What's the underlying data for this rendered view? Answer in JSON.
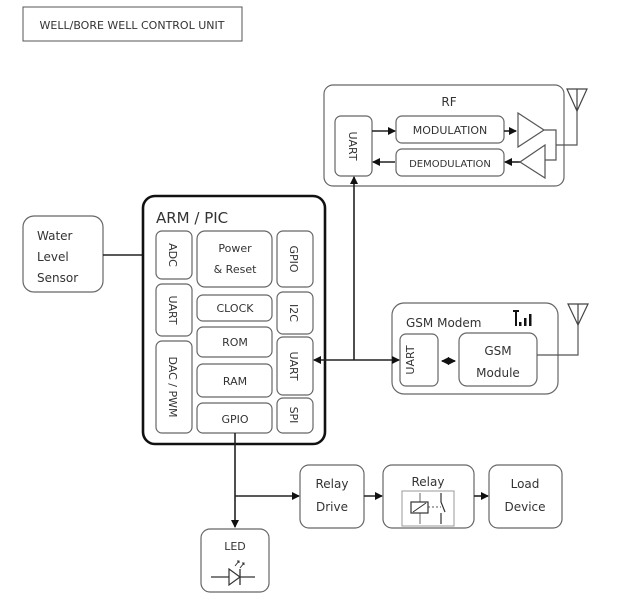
{
  "title": "WELL/BORE WELL CONTROL UNIT",
  "sensor": {
    "lines": [
      "Water",
      "Level",
      "Sensor"
    ]
  },
  "mcu": {
    "title": "ARM / PIC",
    "left": [
      "ADC",
      "UART",
      "DAC / PWM"
    ],
    "center": {
      "power": [
        "Power",
        "& Reset"
      ],
      "clock": "CLOCK",
      "rom": "ROM",
      "ram": "RAM",
      "gpio": "GPIO"
    },
    "right": [
      "GPIO",
      "I2C",
      "UART",
      "SPI"
    ]
  },
  "rf": {
    "title": "RF",
    "uart": "UART",
    "modulation": "MODULATION",
    "demodulation": "DEMODULATION"
  },
  "gsm": {
    "title": "GSM Modem",
    "uart": "UART",
    "module": [
      "GSM",
      "Module"
    ]
  },
  "outputs": {
    "relay_drive": [
      "Relay",
      "Drive"
    ],
    "relay": "Relay",
    "load": [
      "Load",
      "Device"
    ],
    "led": "LED"
  }
}
